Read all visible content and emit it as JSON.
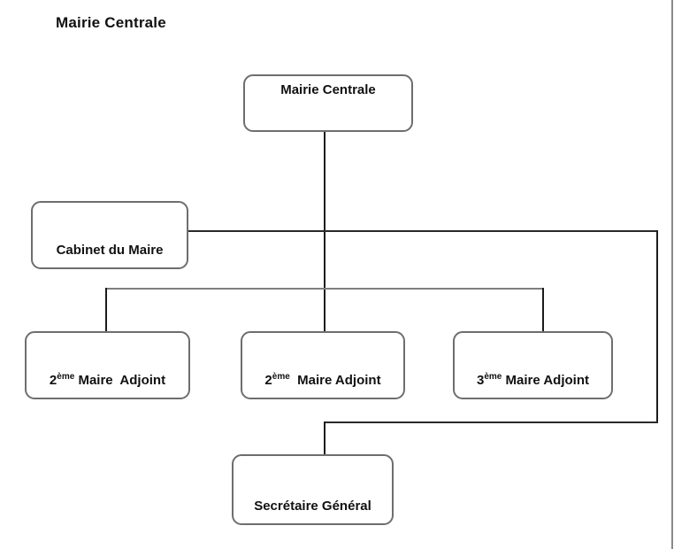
{
  "canvas": {
    "title": "Mairie Centrale"
  },
  "org": {
    "root": {
      "label": "Mairie Centrale"
    },
    "cabinet": {
      "label": "Cabinet du Maire"
    },
    "adjoint1": {
      "num": "2",
      "sup": "ème",
      "rest": " Maire  Adjoint"
    },
    "adjoint2": {
      "num": "2",
      "sup": "ème",
      "rest": "  Maire Adjoint"
    },
    "adjoint3": {
      "num": "3",
      "sup": "ème",
      "rest": " Maire Adjoint"
    },
    "secretaire": {
      "label": "Secrétaire Général"
    }
  },
  "colors": {
    "box_border": "#6e6e6e",
    "connector": "#1c1c1c",
    "branch_line": "#7f7f7f",
    "text": "#111111",
    "background": "#ffffff"
  }
}
